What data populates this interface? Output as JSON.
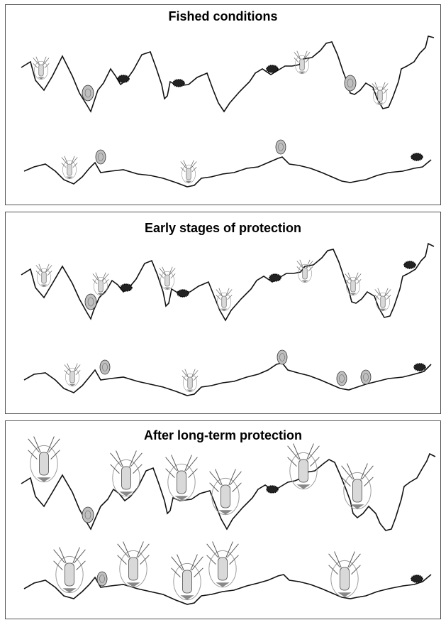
{
  "panels": [
    {
      "id": "fished",
      "title": "Fished conditions"
    },
    {
      "id": "early",
      "title": "Early stages of protection"
    },
    {
      "id": "long",
      "title": "After long-term protection"
    }
  ],
  "organisms": {
    "lobster": "spiny-lobster-icon",
    "abalone": "abalone-icon",
    "urchin": "sea-urchin-icon"
  },
  "colors": {
    "reef_line": "#111111",
    "lobster_fill": "#d9d9d9",
    "abalone_fill": "#bfbfbf",
    "urchin_fill": "#222222",
    "panel_border": "#555555"
  }
}
